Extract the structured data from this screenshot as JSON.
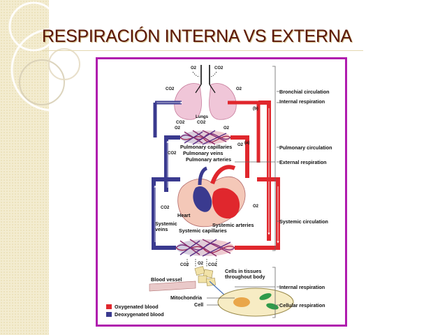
{
  "slide": {
    "title": "RESPIRACIÓN INTERNA VS EXTERNA"
  },
  "colors": {
    "oxygenated": "#e0272d",
    "deoxygenated": "#3a3a8f",
    "frame": "#b01cae",
    "title": "#5a1708"
  },
  "diagram": {
    "gases": {
      "o2": "O2",
      "co2": "CO2"
    },
    "labels": {
      "lungs": "Lungs",
      "pulmonary_capillaries": "Pulmonary capillaries",
      "pulmonary_veins": "Pulmonary veins",
      "pulmonary_arteries": "Pulmonary arteries",
      "heart": "Heart",
      "systemic_veins": "Systemic\nveins",
      "systemic_arteries": "Systemic arteries",
      "systemic_capillaries": "Systemic capillaries",
      "cells_in_tissues": "Cells in tissues\nthroughout body",
      "blood_vessel": "Blood vessel",
      "mitochondria": "Mitochondria",
      "cell": "Cell",
      "marker_a": "(a)",
      "marker_b": "(b)"
    },
    "legend": [
      {
        "label": "Oxygenated blood",
        "color": "#e0272d"
      },
      {
        "label": "Deoxygenated blood",
        "color": "#3a3a8f"
      }
    ],
    "right_labels": {
      "bronchial_circulation": "Bronchial circulation",
      "internal_respiration_top": "Internal respiration",
      "pulmonary_circulation": "Pulmonary circulation",
      "external_respiration": "External respiration",
      "systemic_circulation": "Systemic circulation",
      "internal_respiration_bottom": "Internal respiration",
      "cellular_respiration": "Cellular respiration"
    }
  }
}
